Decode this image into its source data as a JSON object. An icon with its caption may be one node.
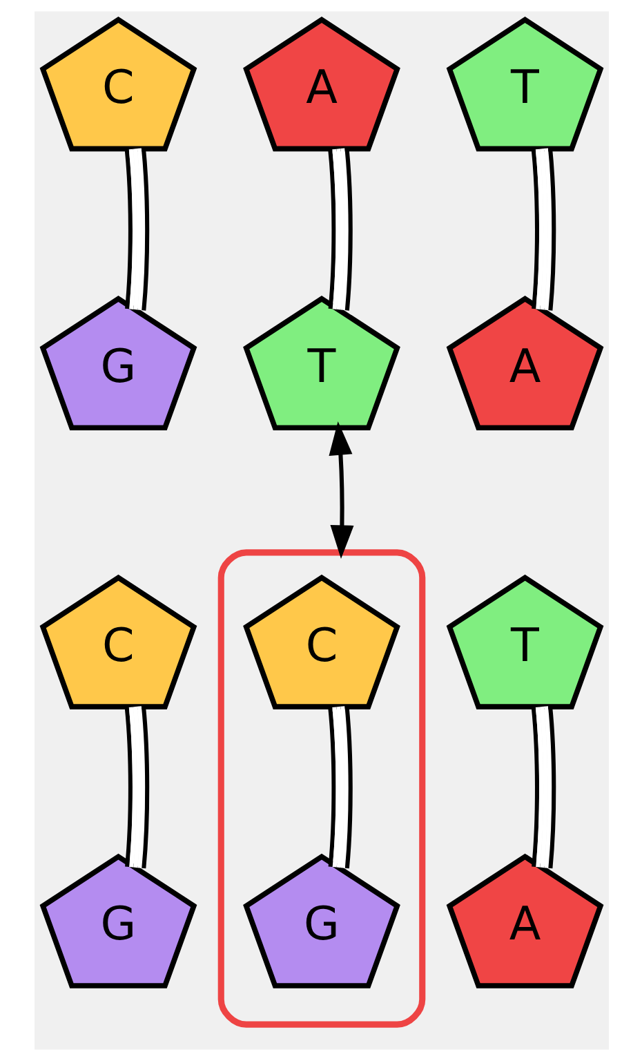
{
  "diagram": {
    "nodes": [
      {
        "text": [
          "C"
        ]
      },
      {
        "text": [
          "A"
        ]
      },
      {
        "text": [
          "T"
        ]
      },
      {
        "text": [
          "G"
        ]
      },
      {
        "text": [
          "T"
        ]
      },
      {
        "text": [
          "A"
        ]
      },
      {
        "text": [
          "C"
        ]
      },
      {
        "text": [],
        "shape": "box"
      },
      {
        "text": [
          "C"
        ],
        "in": 7
      },
      {
        "text": [
          "T"
        ]
      },
      {
        "text": [
          "G"
        ]
      },
      {
        "text": [
          "G"
        ],
        "in": 7
      },
      {
        "text": [
          "A"
        ]
      }
    ],
    "edges": [
      {
        "from": 0,
        "to": 3,
        "arrow": "none"
      },
      {
        "from": 1,
        "to": 4,
        "arrow": "none"
      },
      {
        "from": 2,
        "to": 5,
        "arrow": "none"
      },
      {
        "from": 4,
        "to": 7,
        "arrow": "both"
      },
      {
        "from": 6,
        "to": 10,
        "arrow": "none"
      },
      {
        "from": 8,
        "to": 11,
        "arrow": "none"
      },
      {
        "from": 9,
        "to": 12,
        "arrow": "none"
      }
    ]
  }
}
